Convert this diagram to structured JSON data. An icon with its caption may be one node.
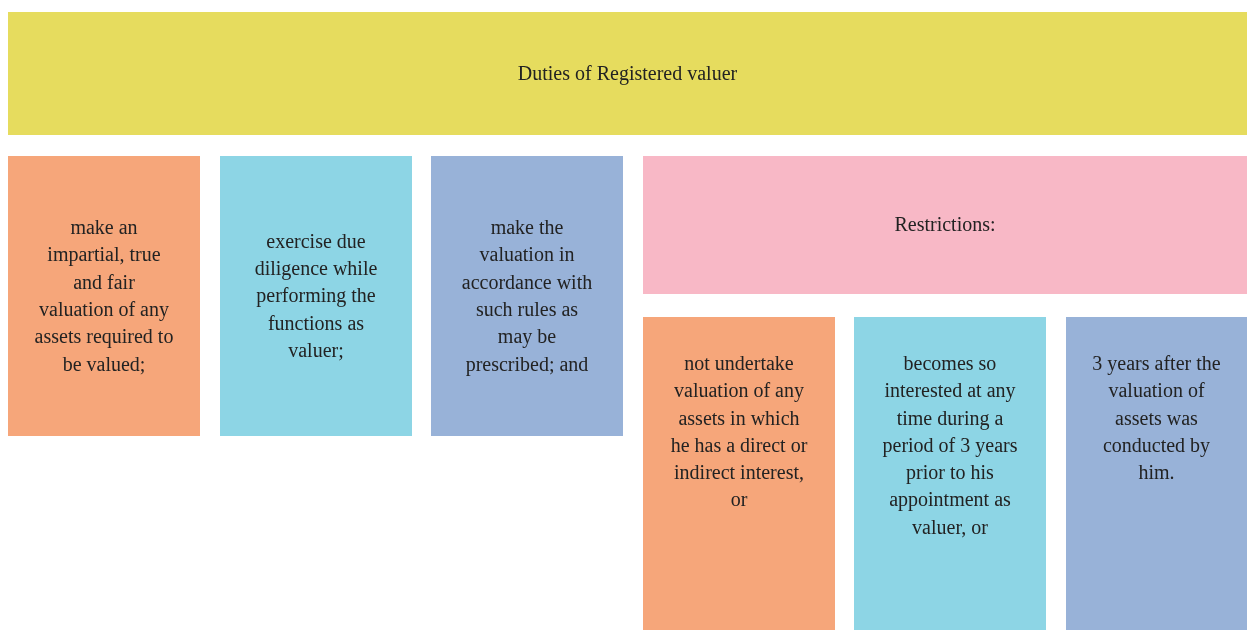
{
  "diagram": {
    "nodes": [
      {
        "text": [
          "Duties of Registered valuer"
        ]
      },
      {
        "text": [
          "make an impartial, true and fair valuation of any assets required to be valued;"
        ]
      },
      {
        "text": [
          "exercise due diligence while performing the functions as valuer;"
        ]
      },
      {
        "text": [
          "make the valuation in accordance with such rules as may be prescribed; and"
        ]
      },
      {
        "text": [
          "Restrictions:"
        ]
      },
      {
        "text": [
          "not undertake valuation of any assets in which he has a direct or indirect interest, or"
        ]
      },
      {
        "text": [
          "becomes so interested at any time during a period of 3 years prior to his appointment as valuer, or"
        ]
      },
      {
        "text": [
          "3 years after the valuation of assets was conducted by him."
        ]
      }
    ]
  }
}
